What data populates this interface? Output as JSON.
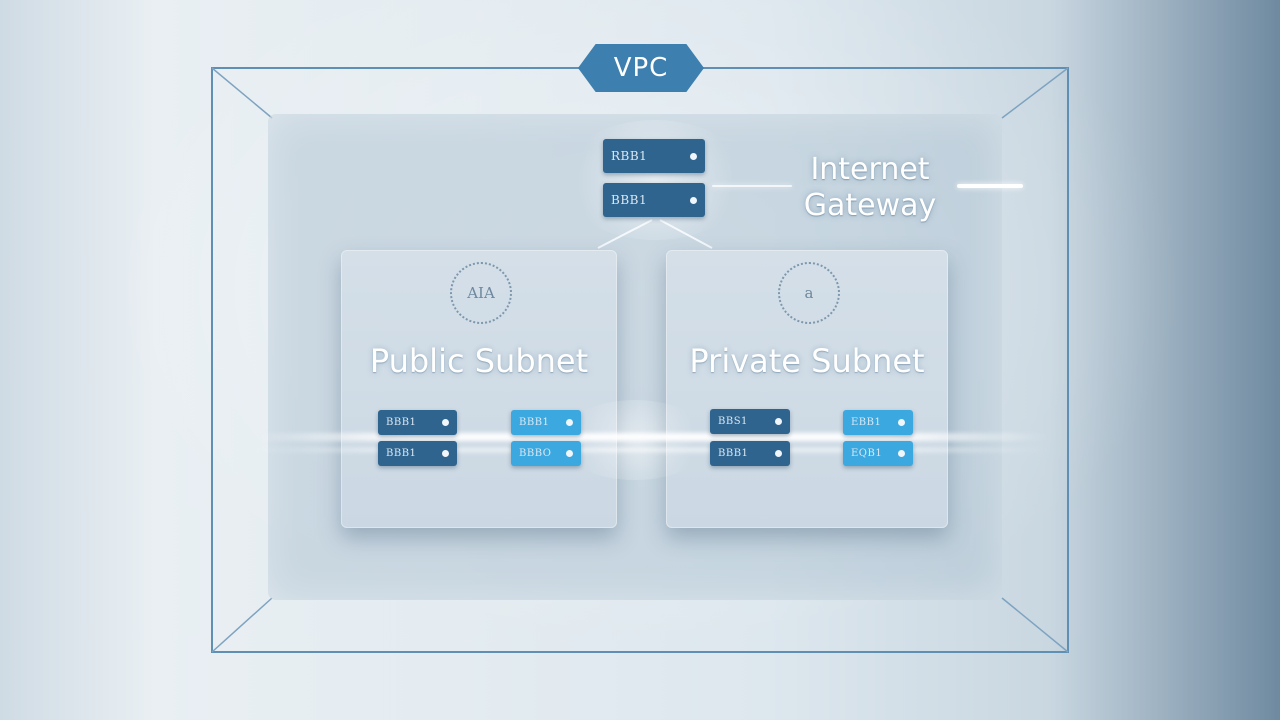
{
  "vpc": {
    "label": "VPC"
  },
  "internet_gateway": {
    "label_line1": "Internet",
    "label_line2": "Gateway",
    "servers": [
      "RBB1",
      "BBB1"
    ]
  },
  "public_subnet": {
    "title": "Public Subnet",
    "emblem_text": "AIA",
    "servers": [
      "BBB1",
      "BBB1",
      "BBB1",
      "BBBO"
    ]
  },
  "private_subnet": {
    "title": "Private Subnet",
    "emblem_text": "a",
    "servers": [
      "BBS1",
      "BBB1",
      "EBB1",
      "EQB1"
    ]
  },
  "colors": {
    "server_dark": "#2f648e",
    "server_light": "#3ba8df",
    "vpc_badge": "#3d7fae"
  }
}
